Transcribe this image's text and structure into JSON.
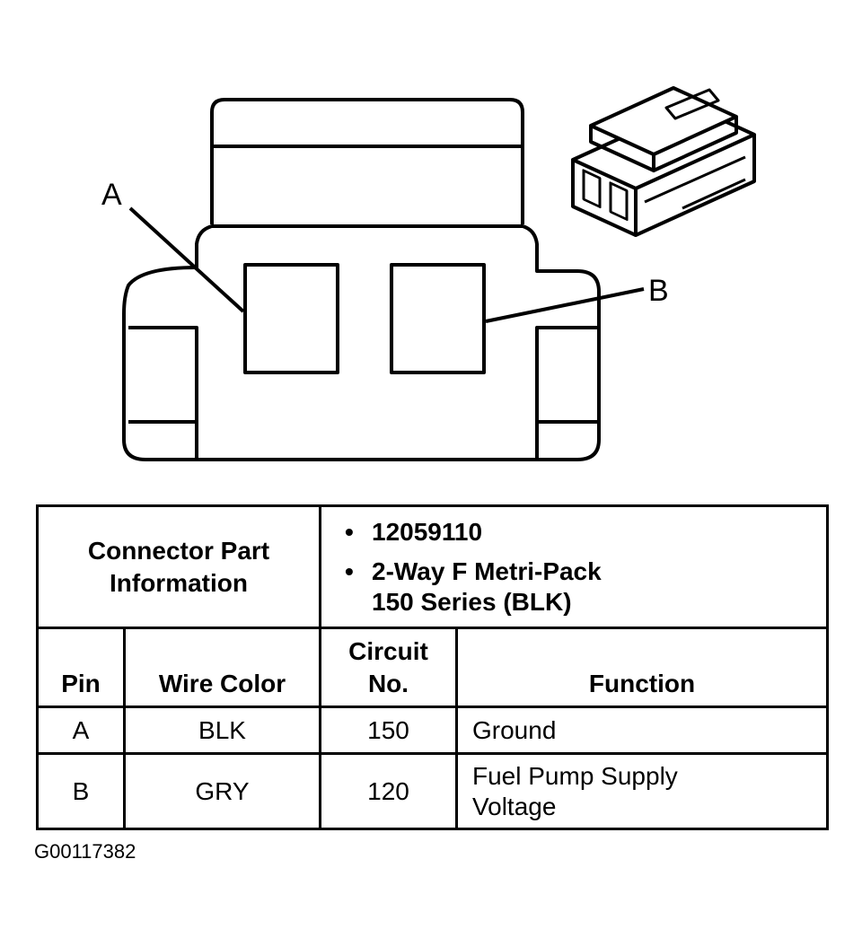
{
  "diagram": {
    "pin_labels": [
      "A",
      "B"
    ]
  },
  "table": {
    "info_label_line1": "Connector Part",
    "info_label_line2": "Information",
    "part_number": "12059110",
    "part_desc_line1": "2-Way F Metri-Pack",
    "part_desc_line2": "150 Series (BLK)",
    "headers": {
      "pin": "Pin",
      "wire_color": "Wire Color",
      "circuit_line1": "Circuit",
      "circuit_line2": "No.",
      "function": "Function"
    },
    "rows": [
      {
        "pin": "A",
        "wire_color": "BLK",
        "circuit": "150",
        "function_line1": "Ground",
        "function_line2": ""
      },
      {
        "pin": "B",
        "wire_color": "GRY",
        "circuit": "120",
        "function_line1": "Fuel Pump Supply",
        "function_line2": "Voltage"
      }
    ]
  },
  "figure_id": "G00117382"
}
